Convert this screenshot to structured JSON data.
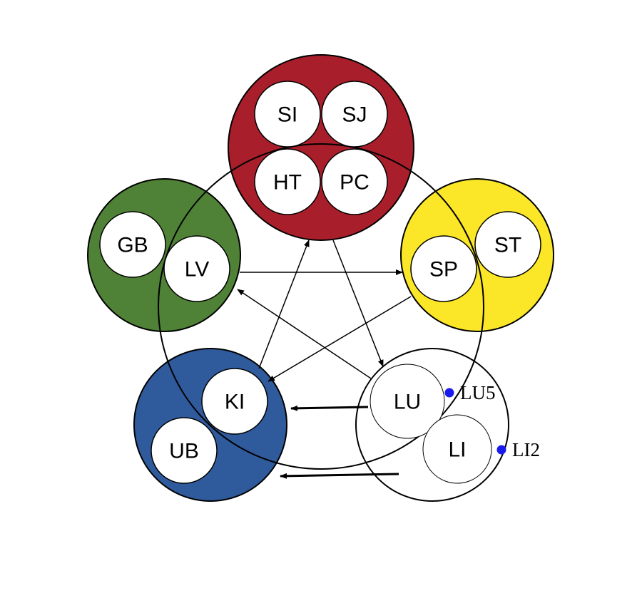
{
  "elements": [
    {
      "id": "fire",
      "color": "#a81f2b",
      "organs": [
        {
          "id": "si",
          "label": "SI"
        },
        {
          "id": "sj",
          "label": "SJ"
        },
        {
          "id": "ht",
          "label": "HT"
        },
        {
          "id": "pc",
          "label": "PC"
        }
      ]
    },
    {
      "id": "wood",
      "color": "#4f8236",
      "organs": [
        {
          "id": "gb",
          "label": "GB"
        },
        {
          "id": "lv",
          "label": "LV"
        }
      ]
    },
    {
      "id": "earth",
      "color": "#fbe727",
      "organs": [
        {
          "id": "st",
          "label": "ST"
        },
        {
          "id": "sp",
          "label": "SP"
        }
      ]
    },
    {
      "id": "water",
      "color": "#2f5a9c",
      "organs": [
        {
          "id": "ki",
          "label": "KI"
        },
        {
          "id": "ub",
          "label": "UB"
        }
      ]
    },
    {
      "id": "metal",
      "color": "#ffffff",
      "organs": [
        {
          "id": "lu",
          "label": "LU"
        },
        {
          "id": "li",
          "label": "LI"
        }
      ]
    }
  ],
  "points": [
    {
      "id": "lu5",
      "label": "LU5",
      "color": "#1a1aee"
    },
    {
      "id": "li2",
      "label": "LI2",
      "color": "#1a1aee"
    }
  ]
}
